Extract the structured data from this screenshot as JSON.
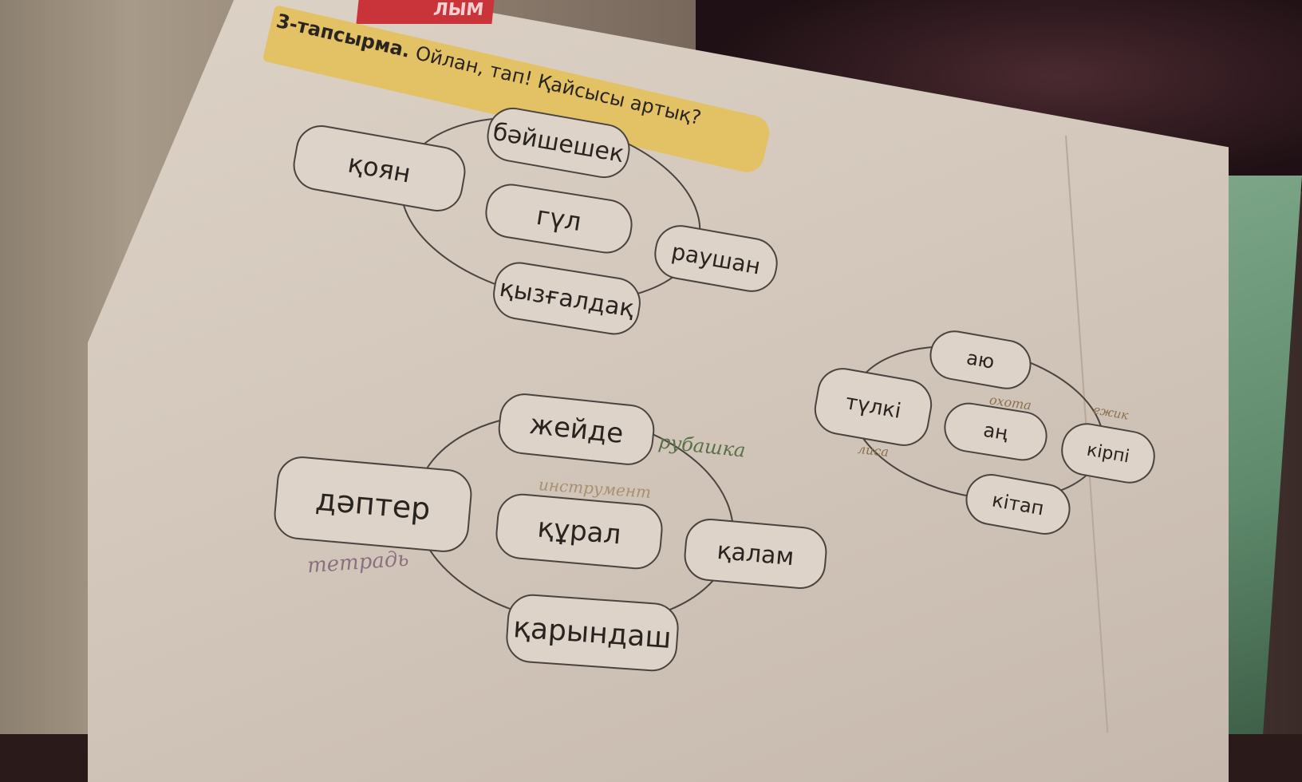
{
  "header": {
    "section_tab": "ЛЫМ",
    "task_label": "3-тапсырма.",
    "task_text": " Ойлан, тап! Қайсысы артық?"
  },
  "group1": {
    "words": [
      "бәйшешек",
      "қоян",
      "гүл",
      "раушан",
      "қызғалдақ"
    ]
  },
  "group2": {
    "words": [
      "жейде",
      "дәптер",
      "құрал",
      "қалам",
      "қарындаш"
    ],
    "handwritten": [
      "рубашка",
      "инструмент",
      "тетрадь"
    ]
  },
  "group3": {
    "words": [
      "аю",
      "түлкі",
      "аң",
      "кірпі",
      "кітап"
    ],
    "handwritten": [
      "охота",
      "ежик",
      "лиса"
    ]
  }
}
